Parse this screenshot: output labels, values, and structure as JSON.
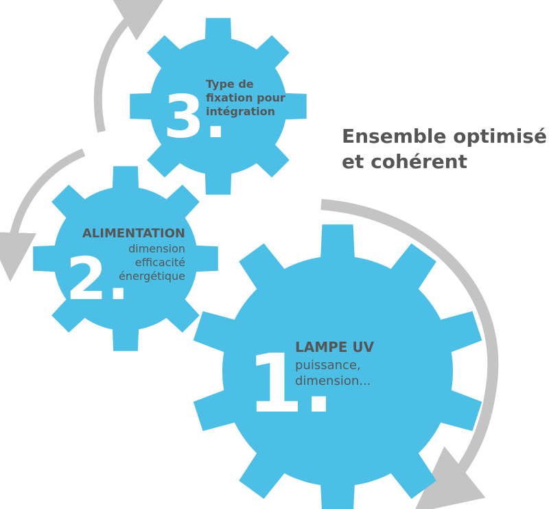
{
  "colors": {
    "gear": "#4bbfe6",
    "arrow": "#c4c4c4",
    "text": "#555555",
    "number": "#ffffff"
  },
  "headline": {
    "line1": "Ensemble optimisé",
    "line2": "et cohérent"
  },
  "gears": [
    {
      "number": "1.",
      "lines": [
        "LAMPE UV",
        "puissance,",
        "dimension..."
      ]
    },
    {
      "number": "2.",
      "lines": [
        "ALIMENTATION",
        "dimension",
        "efficacité",
        "énergétique"
      ]
    },
    {
      "number": "3.",
      "lines": [
        "Type de",
        "fixation pour",
        "intégration"
      ]
    }
  ]
}
